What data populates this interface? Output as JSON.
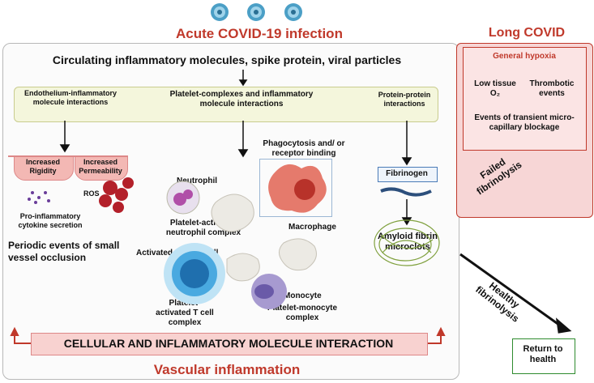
{
  "header": {
    "title": "Acute COVID-19 infection"
  },
  "main": {
    "subtitle": "Circulating inflammatory molecules, spike protein, viral particles",
    "band": {
      "left": "Endothelium-inflammatory molecule interactions",
      "center": "Platelet-complexes and inflammatory molecule interactions",
      "right": "Protein-protein interactions"
    },
    "endothelium": {
      "rigidity": "Increased Rigidity",
      "permeability": "Increased Permeability",
      "ros": "ROS",
      "cytokine": "Pro-inflammatory cytokine secretion",
      "occlusion": "Periodic events of small vessel occlusion"
    },
    "cells": {
      "neutrophil": "Neutrophil",
      "neutrophil_complex": "Platelet-activated neutrophil complex",
      "cd4": "Activated CD4⁺ T  cell",
      "tcell_complex": "Platelet-activated T cell complex",
      "phagocytosis": "Phagocytosis and/ or receptor binding",
      "macrophage": "Macrophage",
      "monocyte": "Monocyte",
      "monocyte_complex": "Platelet-monocyte complex"
    },
    "protein": {
      "fibrinogen": "Fibrinogen",
      "microclots": "Amyloid fibrin microclots"
    },
    "bottom_bar": "CELLULAR AND INFLAMMATORY MOLECULE INTERACTION",
    "footer": "Vascular inflammation"
  },
  "long_covid": {
    "title": "Long COVID",
    "hypoxia": "General hypoxia",
    "low_o2_line1": "Low tissue",
    "low_o2_line2": "O₂",
    "thrombotic": "Thrombotic events",
    "events": "Events of transient micro-capillary blockage",
    "failed": "Failed fibrinolysis"
  },
  "healthy": {
    "label": "Healthy fibrinolysis",
    "return": "Return to health"
  },
  "colors": {
    "accent_red": "#c0392b",
    "band_fill": "#f4f6dc",
    "pink_fill": "#f7d6d6",
    "health_green": "#2e8b2e"
  },
  "icons": [
    "virus-icon",
    "virus-icon",
    "virus-icon"
  ]
}
